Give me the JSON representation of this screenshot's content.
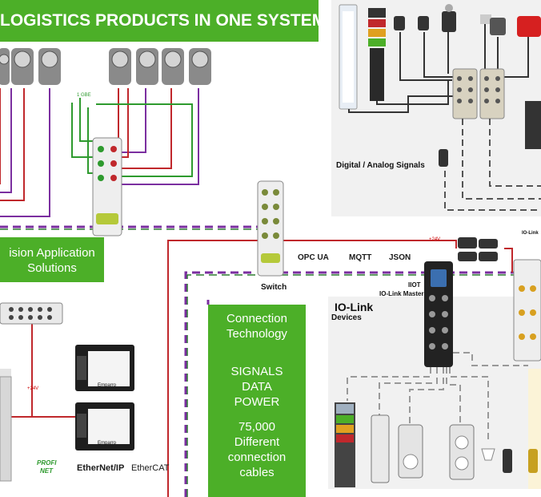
{
  "banner": {
    "title": "LOGISTICS PRODUCTS IN ONE SYSTEM"
  },
  "vision": {
    "line1": "ision Application",
    "line2": "Solutions"
  },
  "switch_label": "Switch",
  "signals_label": "Digital / Analog Signals",
  "protocols": {
    "opcua": "OPC UA",
    "mqtt": "MQTT",
    "json": "JSON"
  },
  "iiot": {
    "line1": "IIOT",
    "line2": "IO-Link Master"
  },
  "iolink": {
    "logo": "IO-Link",
    "devices": "Devices"
  },
  "iolink_corner": "IO-Link",
  "connection_box": {
    "title1": "Connection",
    "title2": "Technology",
    "s1": "SIGNALS",
    "s2": "DATA",
    "s3": "POWER",
    "c1": "75,000",
    "c2": "Different",
    "c3": "connection",
    "c4": "cables"
  },
  "fieldbus": {
    "ethernetip": "EtherNet/IP",
    "ethercat": "EtherCAT",
    "profinet_1": "PROFI",
    "profinet_2": "NET"
  },
  "small_labels": {
    "gbe": "1 GBE",
    "v24_left": "+24V",
    "v24_right": "+24V"
  },
  "device_brand": "Emparro",
  "colors": {
    "green": "#4caf28",
    "red": "#c0282c",
    "purple": "#7b2fa0",
    "dashed_gray": "#9e9e9e"
  }
}
